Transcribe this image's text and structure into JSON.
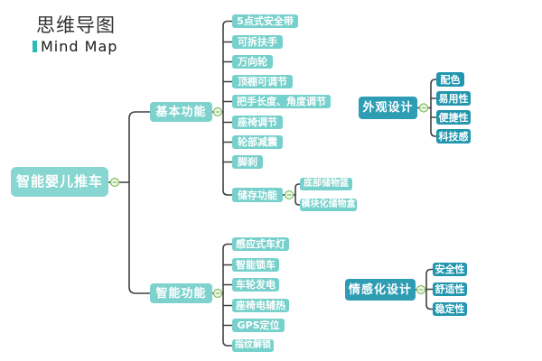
{
  "title": {
    "heading": "思维导图",
    "subheading": "Mind Map"
  },
  "root": {
    "label": "智能婴儿推车"
  },
  "branches": [
    {
      "label": "基本功能",
      "children": [
        {
          "label": "5点式安全带"
        },
        {
          "label": "可拆扶手"
        },
        {
          "label": "万向轮"
        },
        {
          "label": "顶棚可调节"
        },
        {
          "label": "把手长度、角度调节"
        },
        {
          "label": "座椅调节"
        },
        {
          "label": "轮部减震"
        },
        {
          "label": "脚刹"
        },
        {
          "label": "储存功能",
          "children": [
            {
              "label": "底部储物篮"
            },
            {
              "label": "模块化储物盒"
            }
          ]
        }
      ]
    },
    {
      "label": "智能功能",
      "children": [
        {
          "label": "感应式车灯"
        },
        {
          "label": "智能锁车"
        },
        {
          "label": "车轮发电"
        },
        {
          "label": "座椅电辅热"
        },
        {
          "label": "GPS定位"
        },
        {
          "label": "指纹解锁"
        }
      ]
    }
  ],
  "floating": [
    {
      "label": "外观设计",
      "children": [
        {
          "label": "配色"
        },
        {
          "label": "易用性"
        },
        {
          "label": "便捷性"
        },
        {
          "label": "科技感"
        }
      ]
    },
    {
      "label": "情感化设计",
      "children": [
        {
          "label": "安全性"
        },
        {
          "label": "舒适性"
        },
        {
          "label": "稳定性"
        }
      ]
    }
  ],
  "colors": {
    "root_fill": "#87D6D1",
    "branch_fill": "#7DD2CD",
    "leaf_fill": "#76D0CB",
    "accent_fill": "#2E9DB4",
    "accent_leaf_fill": "#2296AE",
    "line": "#404040",
    "collapse_stroke": "#7FBE62",
    "collapse_fill": "#EFF7E6",
    "title_accent": "#2BBDB5",
    "title_text": "#333333"
  }
}
